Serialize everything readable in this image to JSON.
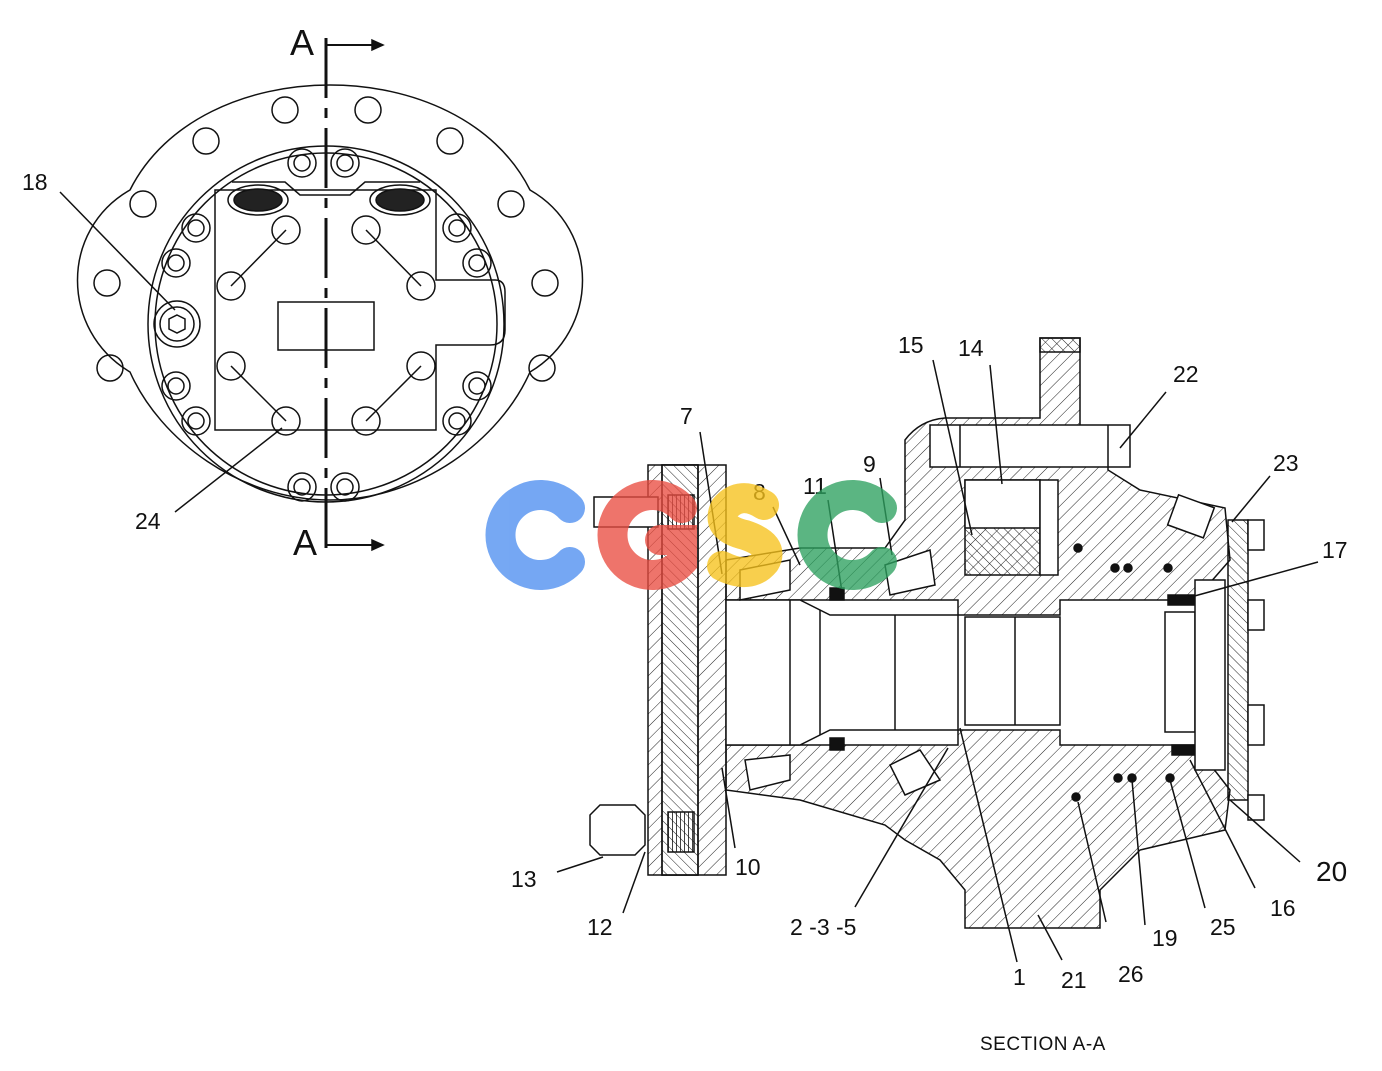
{
  "drawing": {
    "section_marker": "A",
    "section_caption": "SECTION A-A",
    "callouts": {
      "c1": "1",
      "c2_3_5": "2 -3 -5",
      "c7": "7",
      "c8": "8",
      "c9": "9",
      "c10": "10",
      "c11": "11",
      "c12": "12",
      "c13": "13",
      "c14": "14",
      "c15": "15",
      "c16": "16",
      "c17": "17",
      "c18": "18",
      "c19": "19",
      "c20": "20",
      "c21": "21",
      "c22": "22",
      "c23": "23",
      "c24": "24",
      "c25": "25",
      "c26": "26"
    }
  },
  "watermark": {
    "brand_letters": "CGSC",
    "colors": [
      "#4f8ff0",
      "#ea4e42",
      "#f7c21c",
      "#2ea160"
    ]
  }
}
